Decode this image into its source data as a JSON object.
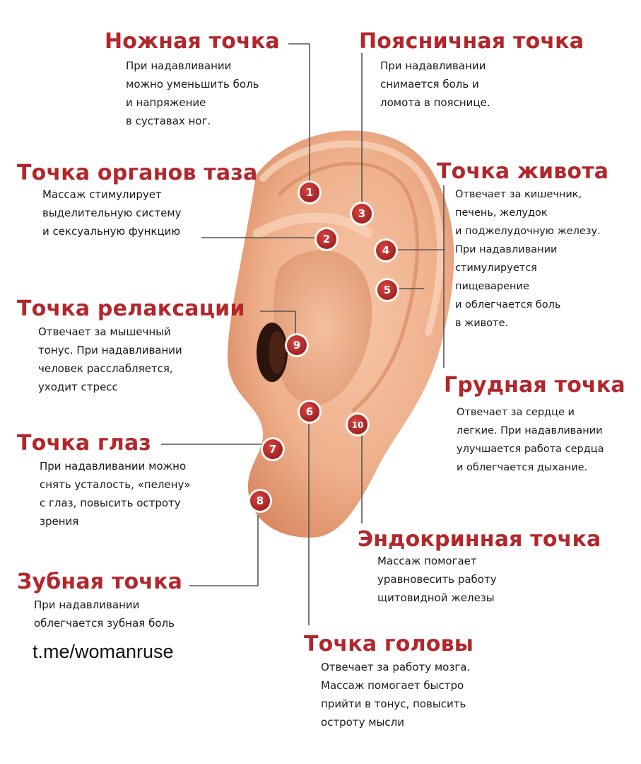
{
  "points": [
    {
      "num": "1",
      "title": "Ножная точка",
      "desc": "При надавливании\nможно уменьшить боль\nи напряжение\nв суставах ног."
    },
    {
      "num": "2",
      "title": "Точка органов таза",
      "desc": "Массаж стимулирует\nвыделительную систему\nи сексуальную функцию"
    },
    {
      "num": "3",
      "title": "Поясничная точка",
      "desc": "При надавливании\nснимается боль и\nломота в пояснице."
    },
    {
      "num": "4",
      "title": "Точка живота",
      "desc": "Отвечает за кишечник,\nпечень, желудок\nи поджелудочную железу.\nПри надавливании\nстимулируется\nпищеварение\nи облегчается боль\nв животе."
    },
    {
      "num": "5",
      "title": "Грудная точка",
      "desc": "Отвечает за сердце и\nлегкие. При надавливании\nулучшается работа сердца\nи облегчается дыхание."
    },
    {
      "num": "6",
      "title": "Точка головы",
      "desc": "Отвечает за работу мозга.\nМассаж помогает быстро\nприйти в тонус, повысить\nостроту мысли"
    },
    {
      "num": "7",
      "title": "Точка глаз",
      "desc": "При надавливании можно\nснять усталость, «пелену»\nс глаз, повысить остроту\nзрения"
    },
    {
      "num": "8",
      "title": "Зубная точка",
      "desc": "При надавливании\nоблегчается зубная боль"
    },
    {
      "num": "9",
      "title": "Точка релаксации",
      "desc": "Отвечает за мышечный\nтонус. При надавливании\nчеловек расслабляется,\nуходит стресс"
    },
    {
      "num": "10",
      "title": "Эндокринная точка",
      "desc": "Массаж помогает\nуравновесить работу\nщитовидной железы"
    }
  ],
  "credit": "t.me/womanruse",
  "colors": {
    "title": "#b3262b",
    "marker": "#b3262b",
    "skin": "#f0b08e"
  }
}
